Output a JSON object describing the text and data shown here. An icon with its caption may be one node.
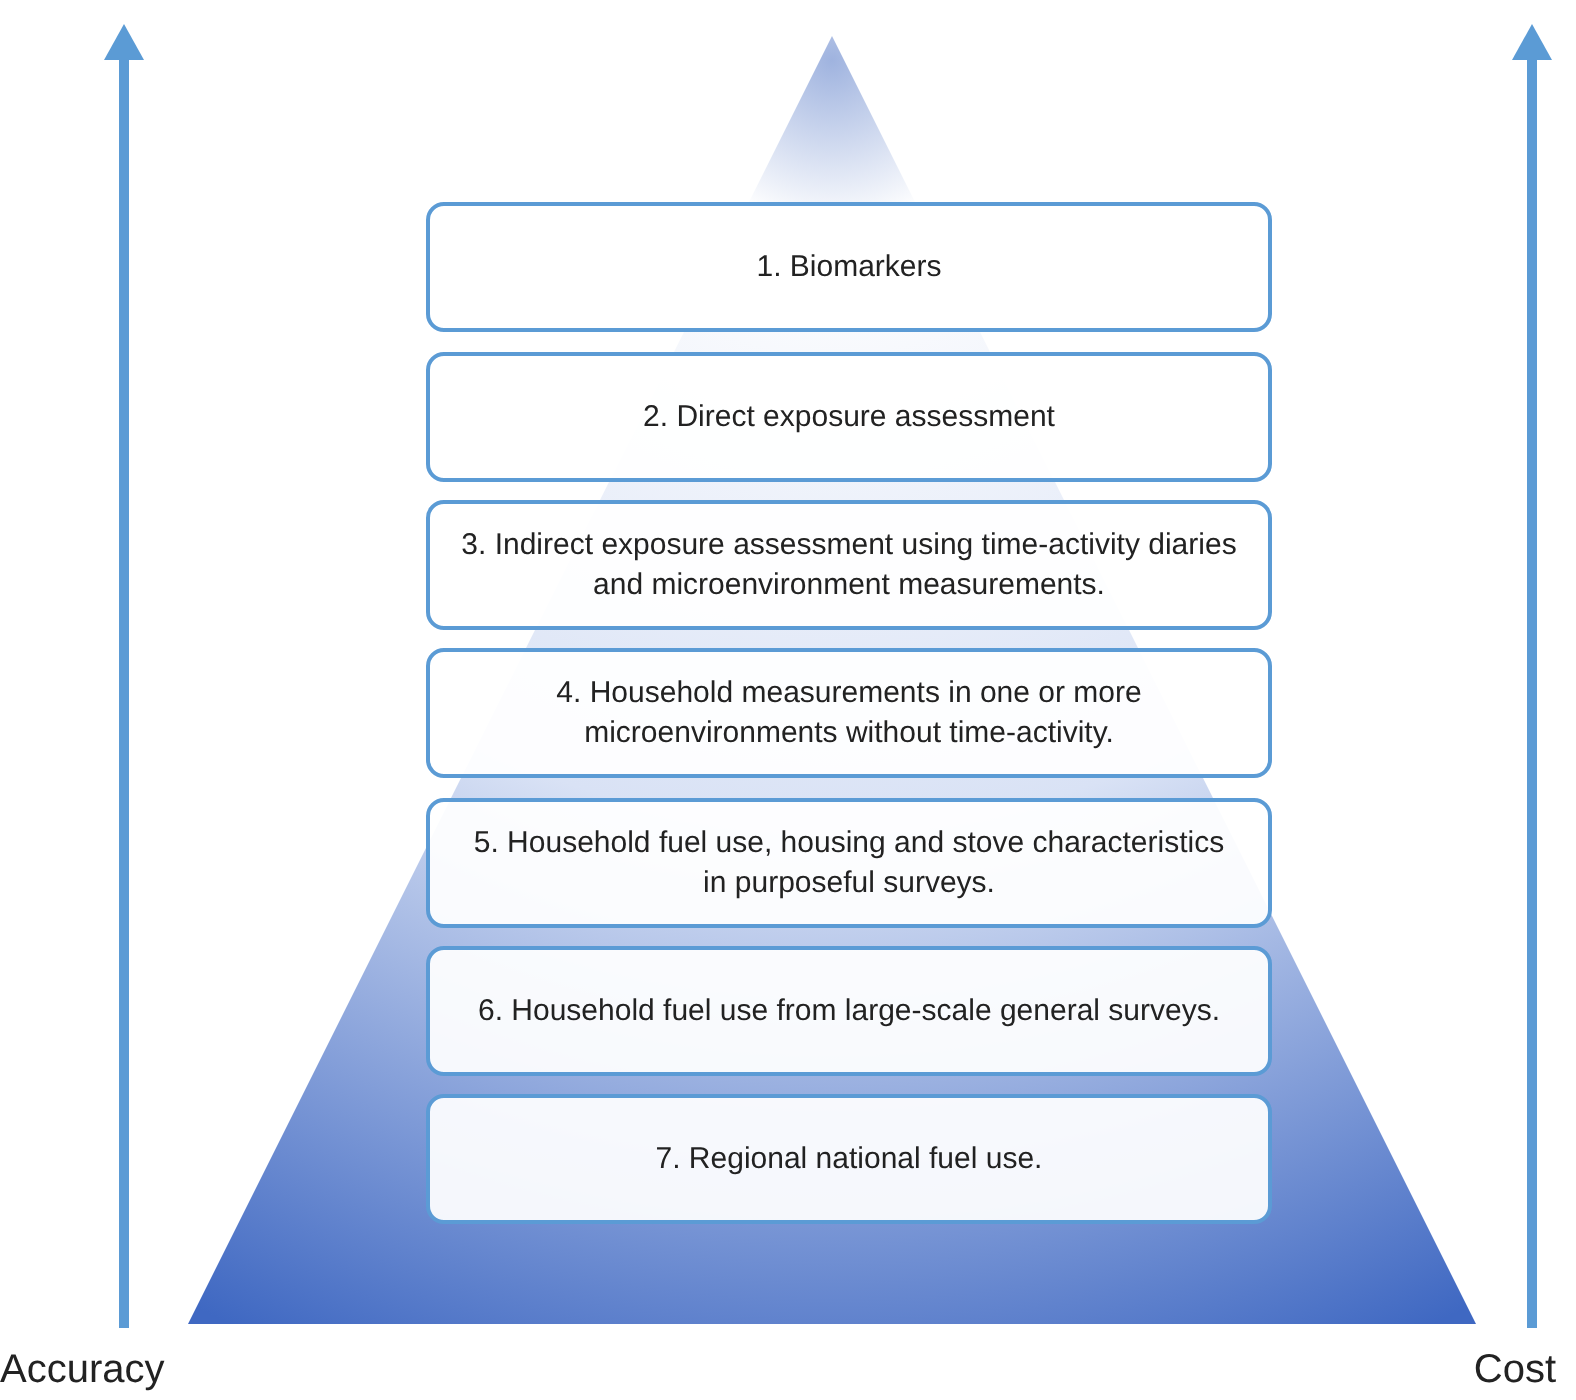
{
  "diagram": {
    "nodes": [
      {
        "text": [
          "1. Biomarkers"
        ]
      },
      {
        "text": [
          "2. Direct exposure assessment"
        ]
      },
      {
        "text": [
          "3. Indirect exposure assessment using time-activity diaries and microenvironment measurements."
        ]
      },
      {
        "text": [
          "4. Household measurements in one or more microenvironments without time-activity."
        ]
      },
      {
        "text": [
          "5. Household fuel use, housing and stove characteristics in purposeful surveys."
        ]
      },
      {
        "text": [
          "6. Household fuel use from large-scale general surveys."
        ]
      },
      {
        "text": [
          "7. Regional national fuel use."
        ]
      }
    ],
    "labels": [
      "Accuracy",
      "Cost"
    ]
  }
}
